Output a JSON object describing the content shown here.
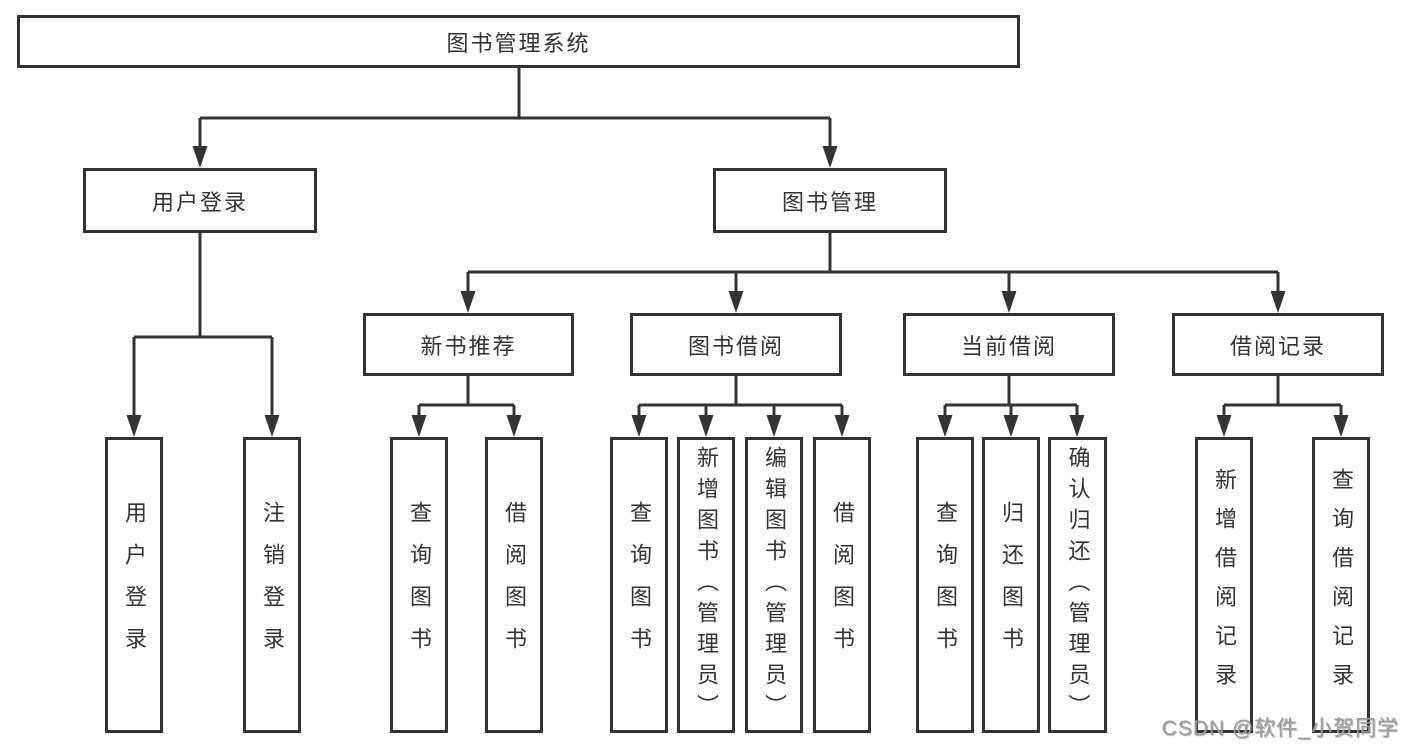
{
  "diagram_title": "图书管理系统",
  "nodes": {
    "root": "图书管理系统",
    "user_login": "用户登录",
    "book_mgmt": "图书管理",
    "new_book": "新书推荐",
    "book_borrow": "图书借阅",
    "current_borrow": "当前借阅",
    "borrow_record": "借阅记录",
    "leaf_login": "用户登录",
    "leaf_logout": "注销登录",
    "leaf_nb_query": "查询图书",
    "leaf_nb_borrow": "借阅图书",
    "leaf_bb_query": "查询图书",
    "leaf_bb_add": "新增图书（管理员）",
    "leaf_bb_edit": "编辑图书（管理员）",
    "leaf_bb_borrow": "借阅图书",
    "leaf_cb_query": "查询图书",
    "leaf_cb_return": "归还图书",
    "leaf_cb_confirm": "确认归还（管理员）",
    "leaf_br_add": "新增借阅记录",
    "leaf_br_query": "查询借阅记录"
  },
  "hierarchy": {
    "图书管理系统": {
      "用户登录": [
        "用户登录",
        "注销登录"
      ],
      "图书管理": {
        "新书推荐": [
          "查询图书",
          "借阅图书"
        ],
        "图书借阅": [
          "查询图书",
          "新增图书（管理员）",
          "编辑图书（管理员）",
          "借阅图书"
        ],
        "当前借阅": [
          "查询图书",
          "归还图书",
          "确认归还（管理员）"
        ],
        "借阅记录": [
          "新增借阅记录",
          "查询借阅记录"
        ]
      }
    }
  },
  "watermark": "CSDN @软件_小贺同学",
  "colors": {
    "line": "#333333",
    "box_fill": "#ffffff",
    "text": "#333333",
    "watermark": "#9e9e9e"
  }
}
